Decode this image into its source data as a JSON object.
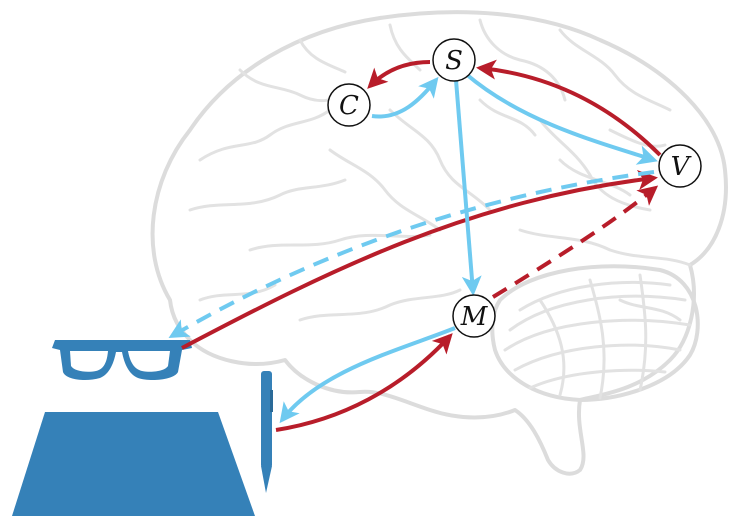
{
  "nodes": {
    "S": "S",
    "C": "C",
    "V": "V",
    "M": "M"
  },
  "colors": {
    "red": "#b81d2a",
    "blue": "#6fcaf0",
    "object": "#3581b8",
    "brain": "#dcdcdc"
  },
  "icons": [
    "brain-outline",
    "glasses-icon",
    "pen-icon",
    "paper-sheet-icon"
  ]
}
